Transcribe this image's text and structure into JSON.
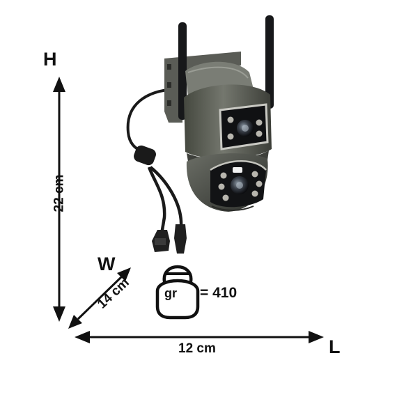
{
  "axes": {
    "height_letter": "H",
    "width_letter": "W",
    "length_letter": "L"
  },
  "dimensions": {
    "height": "22 cm",
    "width": "14 cm",
    "length": "12 cm"
  },
  "weight": {
    "unit": "gr",
    "value": "= 410"
  },
  "colors": {
    "ink": "#111111",
    "camera_body": "#5d6058",
    "camera_dark": "#1c1d1f"
  },
  "icons": {
    "weight": "kettlebell-icon",
    "product": "dual-lens-ptz-camera"
  }
}
